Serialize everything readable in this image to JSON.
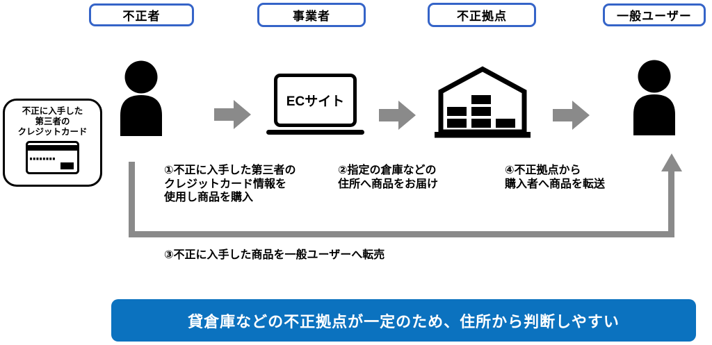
{
  "entities": [
    {
      "key": "fraudster",
      "label": "不正者"
    },
    {
      "key": "business",
      "label": "事業者"
    },
    {
      "key": "fraud-base",
      "label": "不正拠点"
    },
    {
      "key": "general-user",
      "label": "一般ユーザー"
    }
  ],
  "card_box": {
    "lines": [
      "不正に入手した",
      "第三者の",
      "クレジットカード"
    ]
  },
  "laptop": {
    "label": "ECサイト"
  },
  "steps": [
    {
      "name": "step1",
      "lines": [
        "①不正に入手した第三者の",
        "クレジットカード情報を",
        "使用し商品を購入"
      ]
    },
    {
      "name": "step2",
      "lines": [
        "②指定の倉庫などの",
        "住所へ商品をお届け"
      ]
    },
    {
      "name": "step3",
      "lines": [
        "③不正に入手した商品を一般ユーザーへ転売"
      ]
    },
    {
      "name": "step4",
      "lines": [
        "④不正拠点から",
        "購入者へ商品を転送"
      ]
    }
  ],
  "banner": {
    "text": "貸倉庫などの不正拠点が一定のため、住所から判断しやすい"
  },
  "colors": {
    "label_border_blue": "#3564C8",
    "banner_blue": "#0B72BF",
    "arrow_gray": "#8A8A8A",
    "icon_black": "#000000",
    "background": "#FFFFFF"
  },
  "icons": {
    "person": "person-silhouette-icon",
    "laptop": "laptop-icon",
    "warehouse": "warehouse-with-boxes-icon",
    "credit_card": "credit-card-icon",
    "block_arrow": "right-block-arrow-icon",
    "flow_arrow": "resale-route-arrow"
  }
}
